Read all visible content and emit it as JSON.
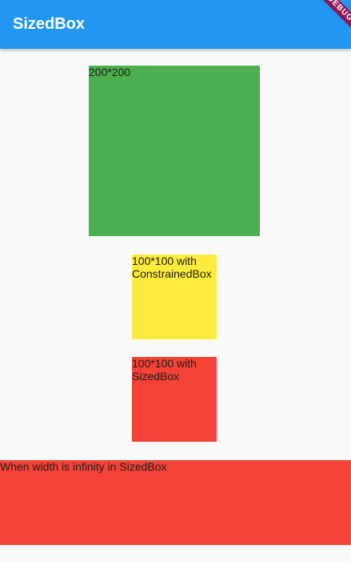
{
  "appbar": {
    "title": "SizedBox",
    "background": "#2196f3",
    "debug_banner": "DEBUG"
  },
  "boxes": {
    "green": {
      "label": "200*200",
      "color": "#4caf50"
    },
    "yellow": {
      "label": "100*100 with ConstrainedBox",
      "color": "#ffeb3b"
    },
    "red": {
      "label": "100*100 with SizedBox",
      "color": "#f44336"
    },
    "wide": {
      "label": "When width is infinity in SizedBox",
      "color": "#f44336"
    }
  }
}
